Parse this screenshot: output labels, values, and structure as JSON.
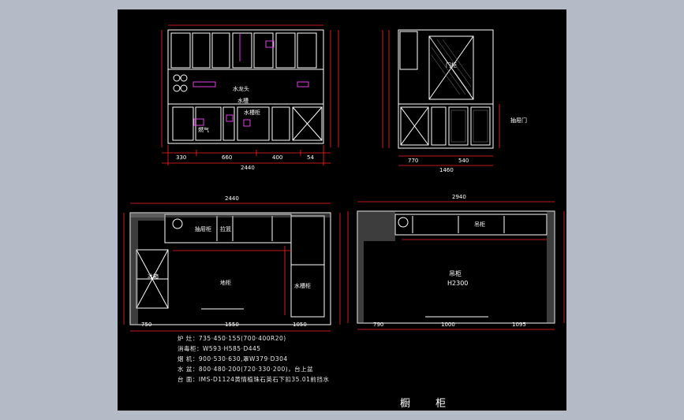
{
  "drawing": {
    "title": "橱 柜",
    "elevation_front": {
      "labels": [
        "水龙头",
        "水槽",
        "水槽柜",
        "燃气"
      ],
      "dims_bottom": [
        "330",
        "660",
        "400",
        "54"
      ],
      "dim_overall": "2440"
    },
    "elevation_side": {
      "labels": [
        "门柜",
        "抽屉门"
      ],
      "dims_bottom": [
        "770",
        "540",
        "1460"
      ]
    },
    "plan_left": {
      "base_label": "地柜",
      "fridge_label": "冰箱",
      "cabinet_labels": [
        "抽屉柜",
        "拉篮",
        "水槽柜"
      ],
      "dims_bottom": [
        "750",
        "1550",
        "1050"
      ],
      "dim_top": "2440"
    },
    "plan_right": {
      "wall_label": "吊柜",
      "height_label": "H2300",
      "cabinet_labels": [
        "吊柜"
      ],
      "dims_bottom": [
        "790",
        "1000",
        "1095"
      ],
      "dim_top": "2940"
    },
    "notes": [
      "炉  灶：735·450·155(700·400R20)",
      "消毒柜：W593·H585·D445",
      "烟  机：900·530·630,罩W379·D304",
      "水  盆：800·480·200(720·330·200)，台上盆",
      "台  面：IMS-D1124黄情植珠石英石下扣35.01前挡水"
    ]
  }
}
